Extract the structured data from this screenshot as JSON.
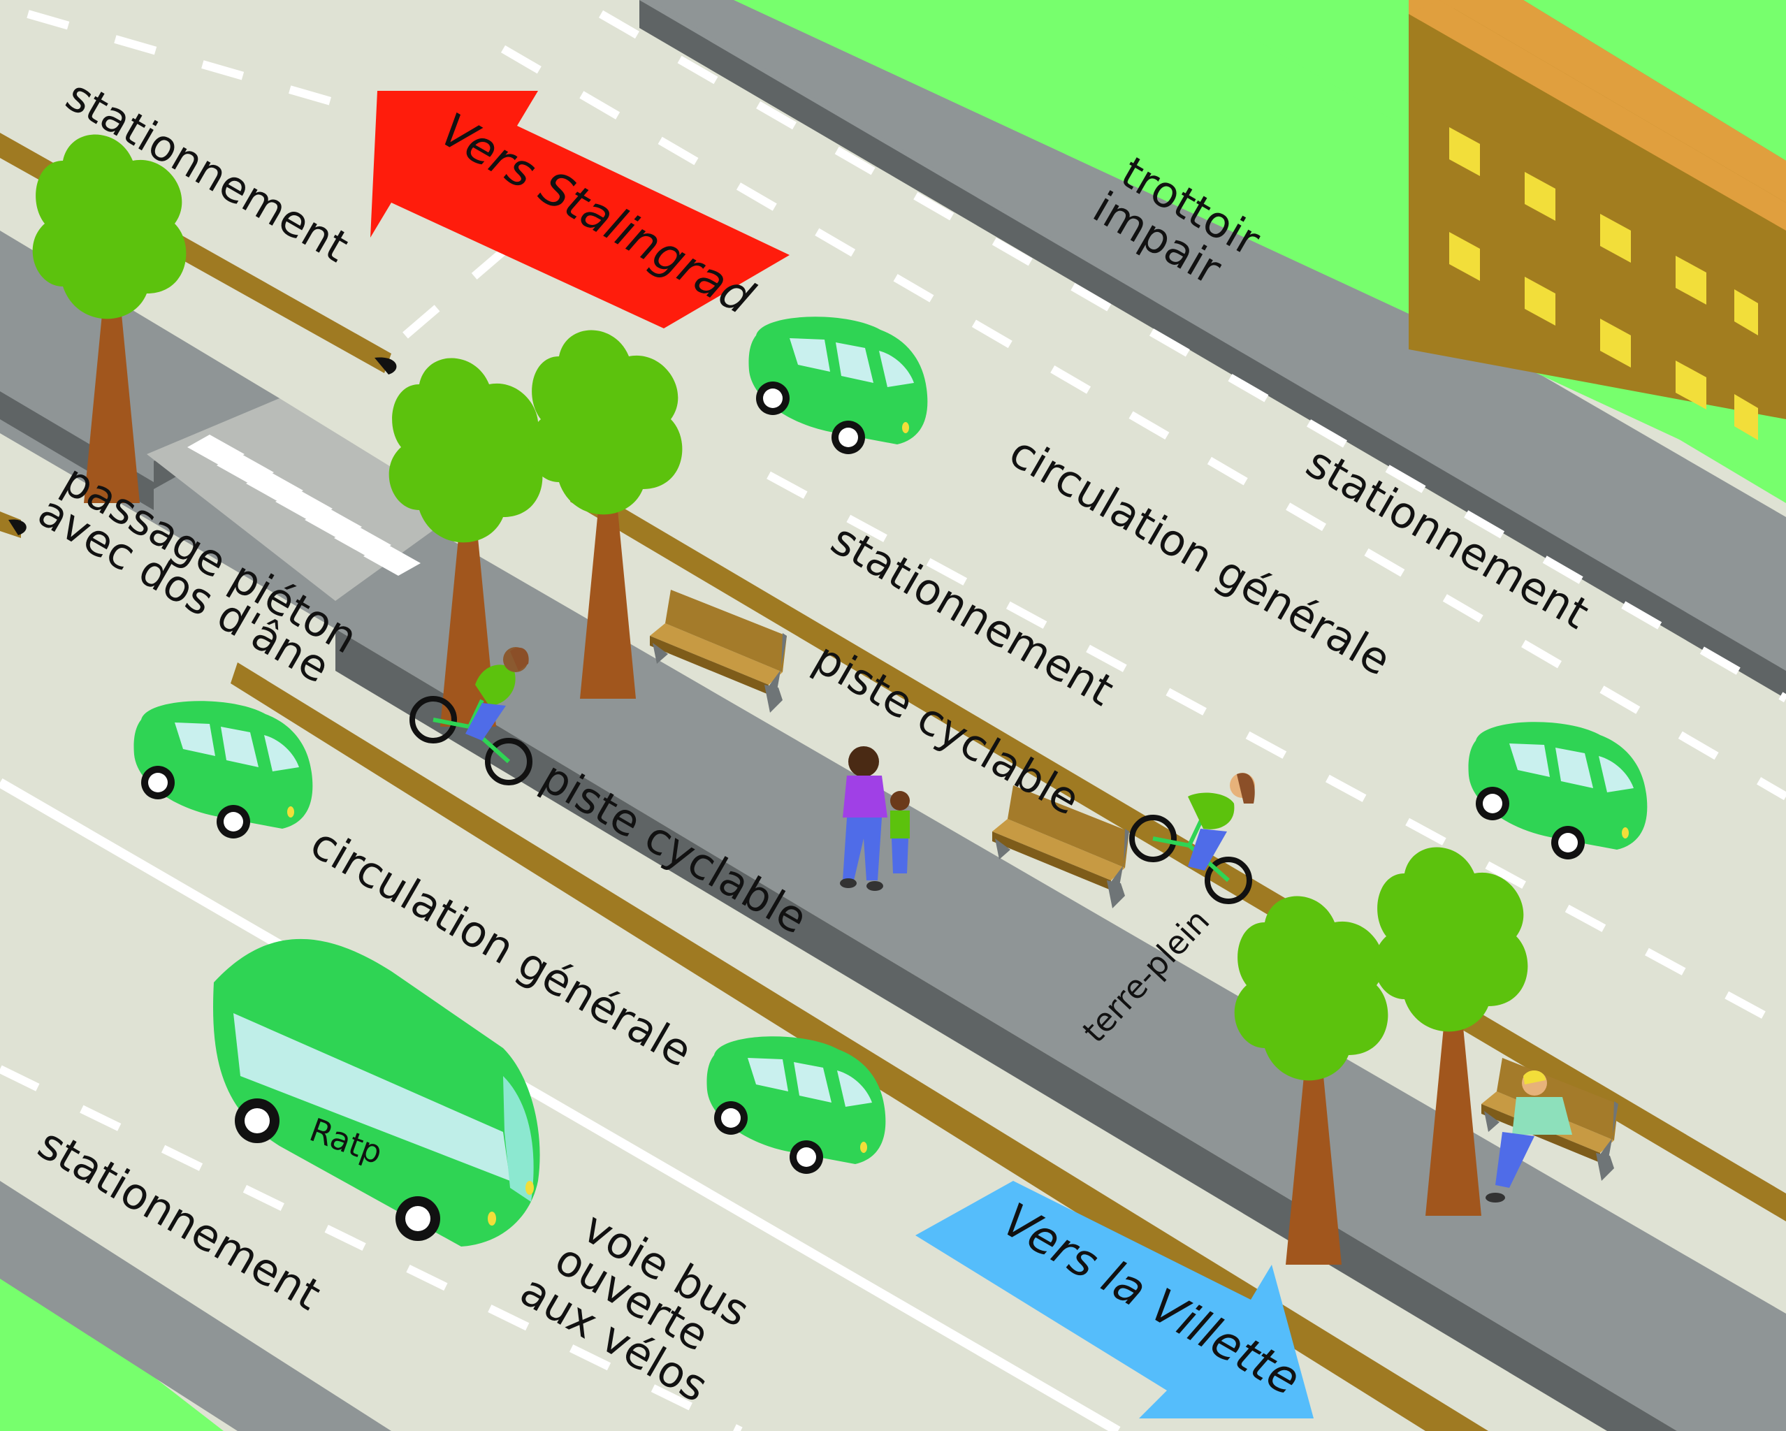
{
  "labels": {
    "stationnement_top_left": "stationnement",
    "vers_stalingrad": "Vers Stalingrad",
    "trottoir_line1": "trottoir",
    "trottoir_line2": "impair",
    "circulation_generale_upper": "circulation générale",
    "stationnement_right": "stationnement",
    "stationnement_middle": "stationnement",
    "piste_cyclable_upper": "piste cyclable",
    "passage_line1": "passage piéton",
    "passage_line2": "avec dos d'âne",
    "piste_cyclable_lower": "piste cyclable",
    "circulation_generale_lower": "circulation générale",
    "terre_plein": "terre-plein",
    "ratp": "Ratp",
    "stationnement_bottom_left": "stationnement",
    "voie_bus_line1": "voie bus",
    "voie_bus_line2": "ouverte",
    "voie_bus_line3": "aux vélos",
    "vers_la_villette": "Vers la Villette"
  },
  "colors": {
    "grass": "#77ff6d",
    "road": "#dfe2d4",
    "sidewalk": "#8f9596",
    "curb": "#5f6465",
    "parking_strip": "#9f7a22",
    "vehicle": "#2fd454",
    "tree_foliage": "#5cc20d",
    "tree_trunk": "#a1561d",
    "building": "#a27d1f",
    "building_top": "#e09f3e",
    "window": "#f2de3a",
    "arrow_stalingrad": "#ff1c0c",
    "arrow_villette": "#55bdfb",
    "bench": "#a47b2a"
  },
  "icons": [
    "tree-icon",
    "car-icon",
    "bus-icon",
    "cyclist-icon",
    "pedestrian-icon",
    "bench-icon",
    "building-icon",
    "arrow-icon"
  ]
}
